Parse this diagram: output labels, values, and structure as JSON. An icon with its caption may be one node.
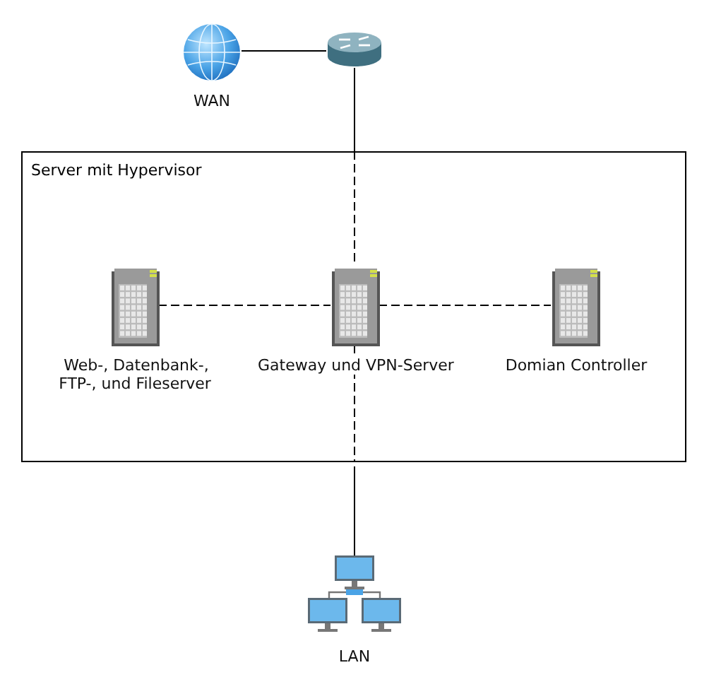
{
  "diagram": {
    "nodes": [
      {
        "text": [],
        "shape": "globe",
        "beside": [
          "WAN"
        ]
      },
      {
        "text": [],
        "shape": "router"
      },
      {
        "text": [
          "Server mit Hypervisor"
        ]
      },
      {
        "text": [],
        "shape": "server",
        "in": 2,
        "beside": [
          "Web-, Datenbank-, FTP-, und Fileserver"
        ]
      },
      {
        "text": [],
        "shape": "server",
        "in": 2,
        "beside": [
          "Gateway und VPN-Server"
        ]
      },
      {
        "text": [],
        "shape": "server",
        "in": 2,
        "beside": [
          "Domian Controller"
        ]
      },
      {
        "text": [],
        "shape": "network",
        "beside": [
          "LAN"
        ]
      }
    ],
    "edges": [
      {
        "from": 0,
        "to": 1,
        "arrow": "none"
      },
      {
        "from": 1,
        "to": 4,
        "arrow": "none",
        "style": "dashed"
      },
      {
        "from": 3,
        "to": 4,
        "arrow": "none",
        "style": "dashed"
      },
      {
        "from": 4,
        "to": 5,
        "arrow": "none",
        "style": "dashed"
      },
      {
        "from": 4,
        "to": 6,
        "arrow": "none",
        "style": "dashed"
      }
    ]
  }
}
